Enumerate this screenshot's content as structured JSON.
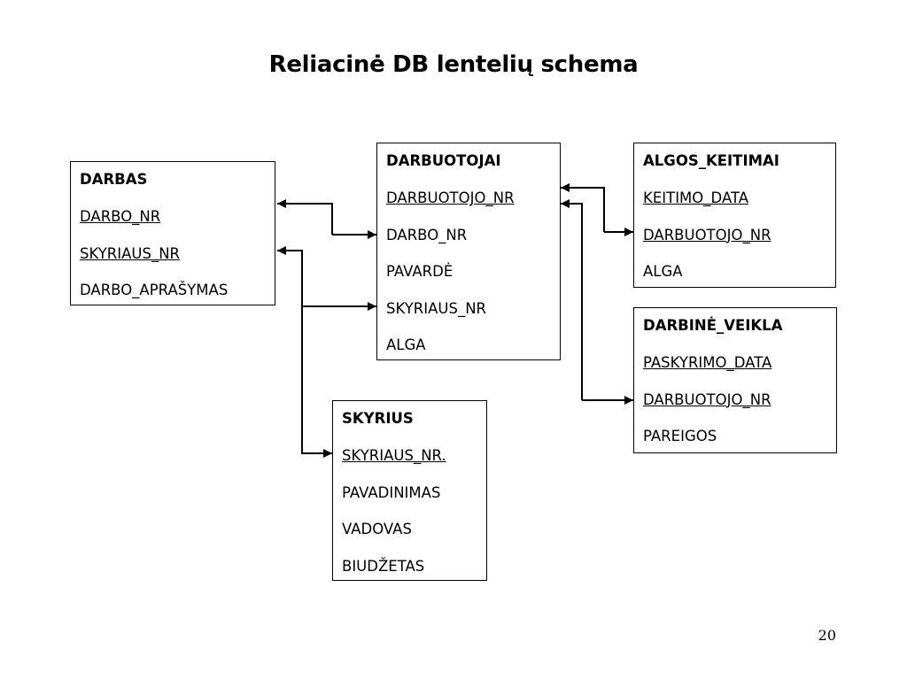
{
  "title": "Reliacinė DB lentelių schema",
  "page_number": "20",
  "tables": {
    "darbas": {
      "name": "DARBAS",
      "fields": [
        {
          "label": "DARBO_NR",
          "key": true
        },
        {
          "label": "SKYRIAUS_NR",
          "key": true
        },
        {
          "label": "DARBO_APRAŠYMAS",
          "key": false
        }
      ]
    },
    "darbuotojai": {
      "name": "DARBUOTOJAI",
      "fields": [
        {
          "label": "DARBUOTOJO_NR",
          "key": true
        },
        {
          "label": "DARBO_NR",
          "key": false
        },
        {
          "label": "PAVARDĖ",
          "key": false
        },
        {
          "label": "SKYRIAUS_NR",
          "key": false
        },
        {
          "label": "ALGA",
          "key": false
        }
      ]
    },
    "algos_keitimai": {
      "name": "ALGOS_KEITIMAI",
      "fields": [
        {
          "label": "KEITIMO_DATA",
          "key": true
        },
        {
          "label": "DARBUOTOJO_NR",
          "key": true
        },
        {
          "label": "ALGA",
          "key": false
        }
      ]
    },
    "darbine_veikla": {
      "name": "DARBINĖ_VEIKLA",
      "fields": [
        {
          "label": "PASKYRIMO_DATA",
          "key": true
        },
        {
          "label": "DARBUOTOJO_NR",
          "key": true
        },
        {
          "label": "PAREIGOS",
          "key": false
        }
      ]
    },
    "skyrius": {
      "name": "SKYRIUS",
      "fields": [
        {
          "label": "SKYRIAUS_NR.",
          "key": true
        },
        {
          "label": "PAVADINIMAS",
          "key": false
        },
        {
          "label": "VADOVAS",
          "key": false
        },
        {
          "label": "BIUDŽETAS",
          "key": false
        }
      ]
    }
  },
  "relations": [
    {
      "from": "DARBAS.DARBO_NR",
      "to": "DARBUOTOJAI.DARBO_NR"
    },
    {
      "from": "DARBAS.SKYRIAUS_NR",
      "to": "DARBUOTOJAI.SKYRIAUS_NR"
    },
    {
      "from": "DARBAS.SKYRIAUS_NR",
      "to": "SKYRIUS.SKYRIAUS_NR."
    },
    {
      "from": "DARBUOTOJAI.DARBUOTOJO_NR",
      "to": "ALGOS_KEITIMAI.DARBUOTOJO_NR"
    },
    {
      "from": "DARBUOTOJAI.DARBUOTOJO_NR",
      "to": "DARBINĖ_VEIKLA.DARBUOTOJO_NR"
    }
  ]
}
